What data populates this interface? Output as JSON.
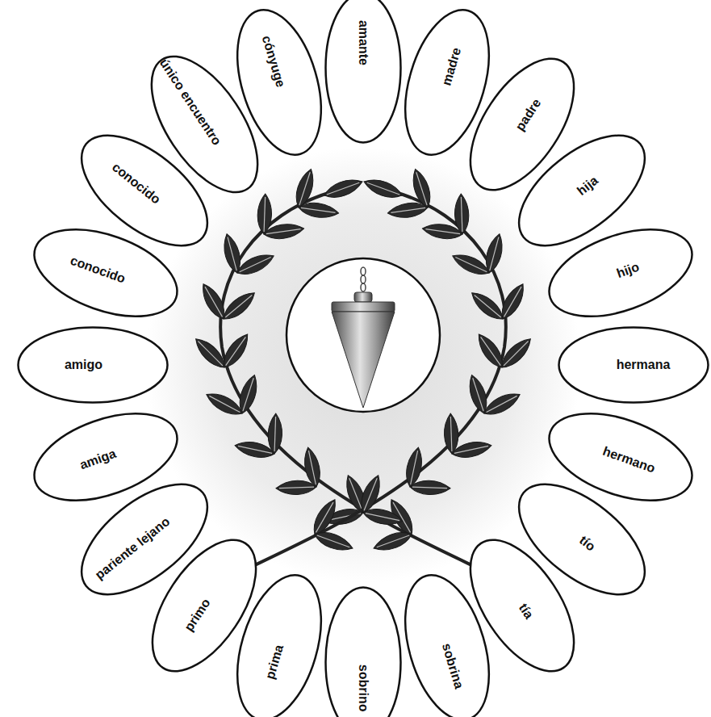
{
  "diagram": {
    "nodes": [
      {
        "text": [
          "cónyuge"
        ]
      },
      {
        "text": [
          "amante"
        ]
      },
      {
        "text": [
          "madre"
        ]
      },
      {
        "text": [
          "padre"
        ]
      },
      {
        "text": [
          "hija"
        ]
      },
      {
        "text": [
          "hijo"
        ]
      },
      {
        "text": [
          "hermana"
        ]
      },
      {
        "text": [
          "hermano"
        ]
      },
      {
        "text": [
          "tío"
        ]
      },
      {
        "text": [
          "tía"
        ]
      },
      {
        "text": [
          "sobrina"
        ]
      },
      {
        "text": [
          "sobrino"
        ]
      },
      {
        "text": [
          "prima"
        ]
      },
      {
        "text": [
          "primo"
        ]
      },
      {
        "text": [
          "pariente lejano"
        ]
      },
      {
        "text": [
          "amiga"
        ]
      },
      {
        "text": [
          "amigo"
        ]
      },
      {
        "text": [
          "conocido"
        ]
      },
      {
        "text": [
          "conocido"
        ]
      },
      {
        "text": [
          "único encuentro"
        ]
      }
    ]
  }
}
